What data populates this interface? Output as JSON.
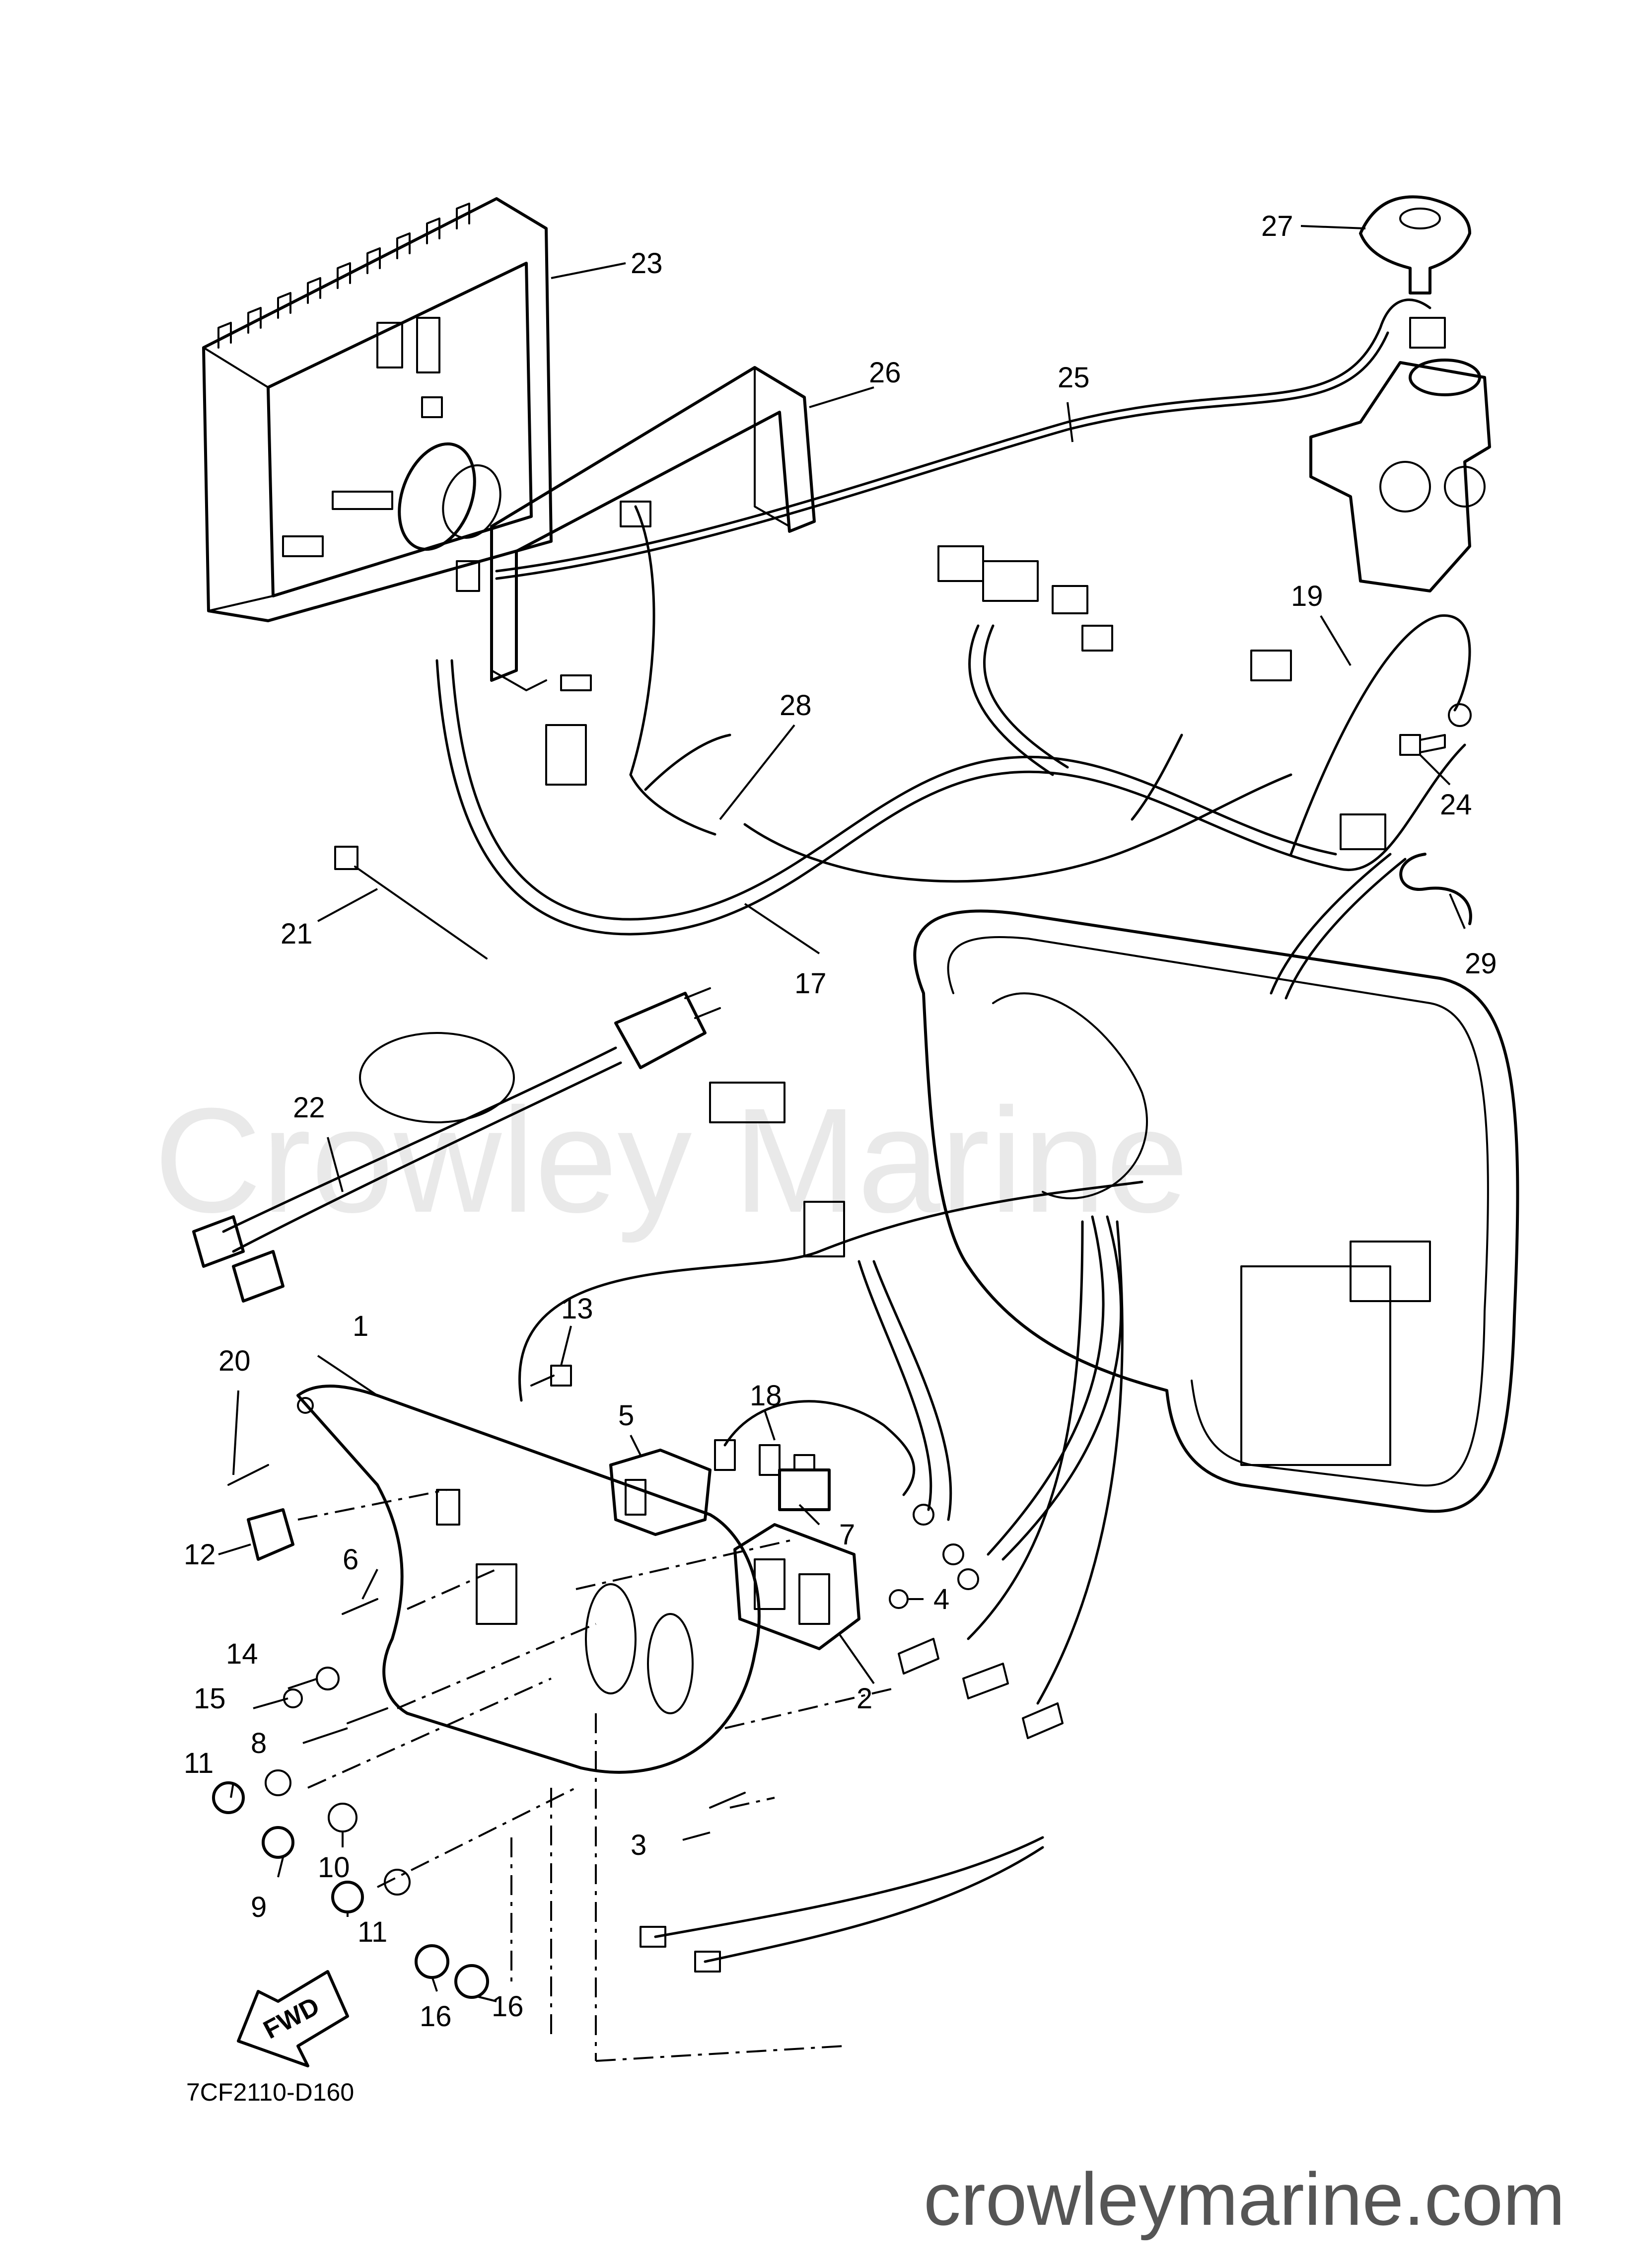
{
  "callouts": {
    "c1": "1",
    "c2": "2",
    "c3": "3",
    "c4": "4",
    "c5": "5",
    "c6": "6",
    "c7": "7",
    "c8": "8",
    "c9": "9",
    "c10": "10",
    "c11a": "11",
    "c11b": "11",
    "c12": "12",
    "c13": "13",
    "c14": "14",
    "c15": "15",
    "c16a": "16",
    "c16b": "16",
    "c17": "17",
    "c18": "18",
    "c19": "19",
    "c20": "20",
    "c21": "21",
    "c22": "22",
    "c23": "23",
    "c24": "24",
    "c25": "25",
    "c26": "26",
    "c27": "27",
    "c28": "28",
    "c29": "29"
  },
  "direction_arrow": "FWD",
  "diagram_code": "7CF2110-D160",
  "watermark": "Crowley Marine",
  "website": "crowleymarine.com"
}
